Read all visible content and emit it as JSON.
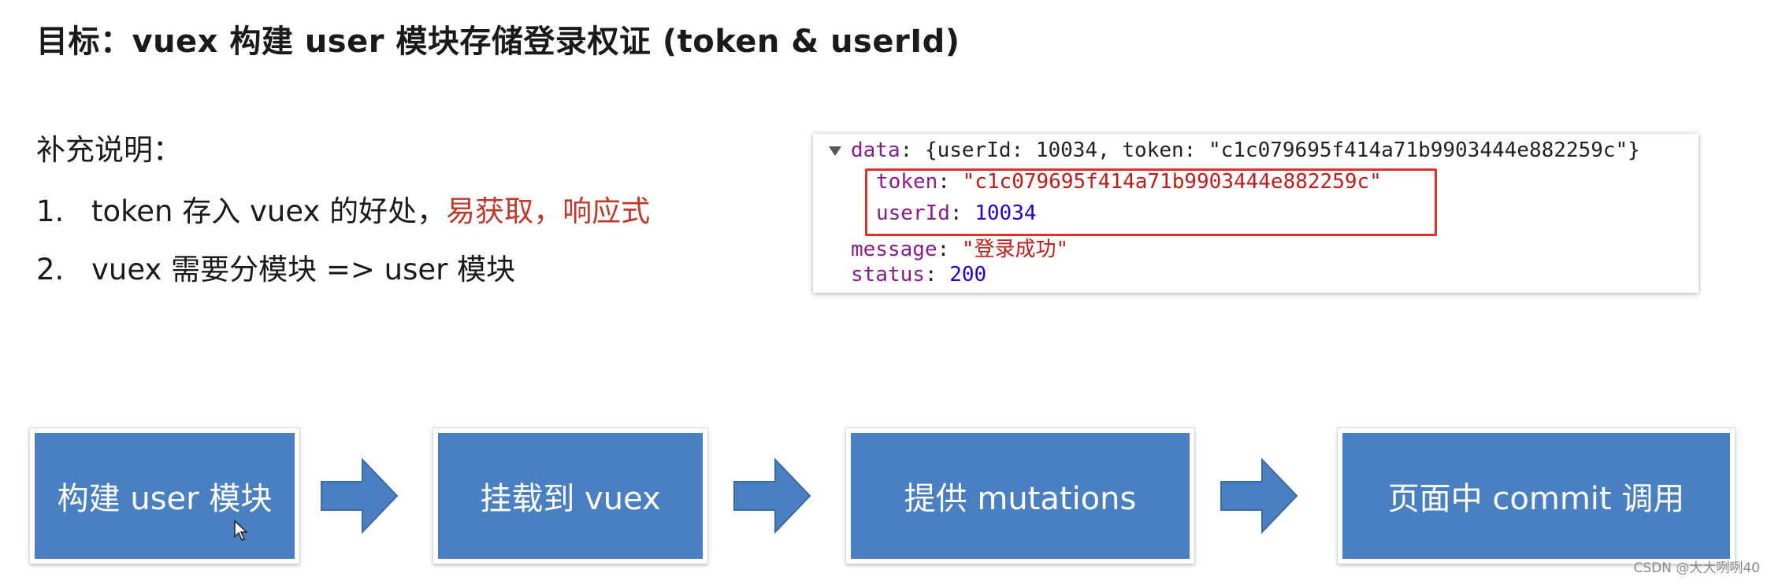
{
  "title": "目标：vuex 构建 user 模块存储登录权证 (token & userId)",
  "notes": {
    "heading": "补充说明：",
    "items": [
      {
        "num": "1.",
        "text": "token 存入 vuex 的好处，",
        "highlight": "易获取，响应式"
      },
      {
        "num": "2.",
        "text": "vuex 需要分模块 => user 模块",
        "highlight": ""
      }
    ]
  },
  "devtools": {
    "data_key": "data",
    "data_summary": "{userId: 10034, token: \"c1c079695f414a71b9903444e882259c\"}",
    "token_key": "token",
    "token_value": "\"c1c079695f414a71b9903444e882259c\"",
    "userId_key": "userId",
    "userId_value": "10034",
    "message_key": "message",
    "message_value": "\"登录成功\"",
    "status_key": "status",
    "status_value": "200"
  },
  "steps": [
    {
      "label": "构建 user 模块"
    },
    {
      "label": "挂载到 vuex"
    },
    {
      "label": "提供 mutations"
    },
    {
      "label": "页面中 commit 调用"
    }
  ],
  "watermark": "CSDN @大大咧咧40",
  "colors": {
    "step_fill": "#4a7fc2",
    "highlight_text": "#c0392b",
    "highlight_box": "#e0322c"
  }
}
